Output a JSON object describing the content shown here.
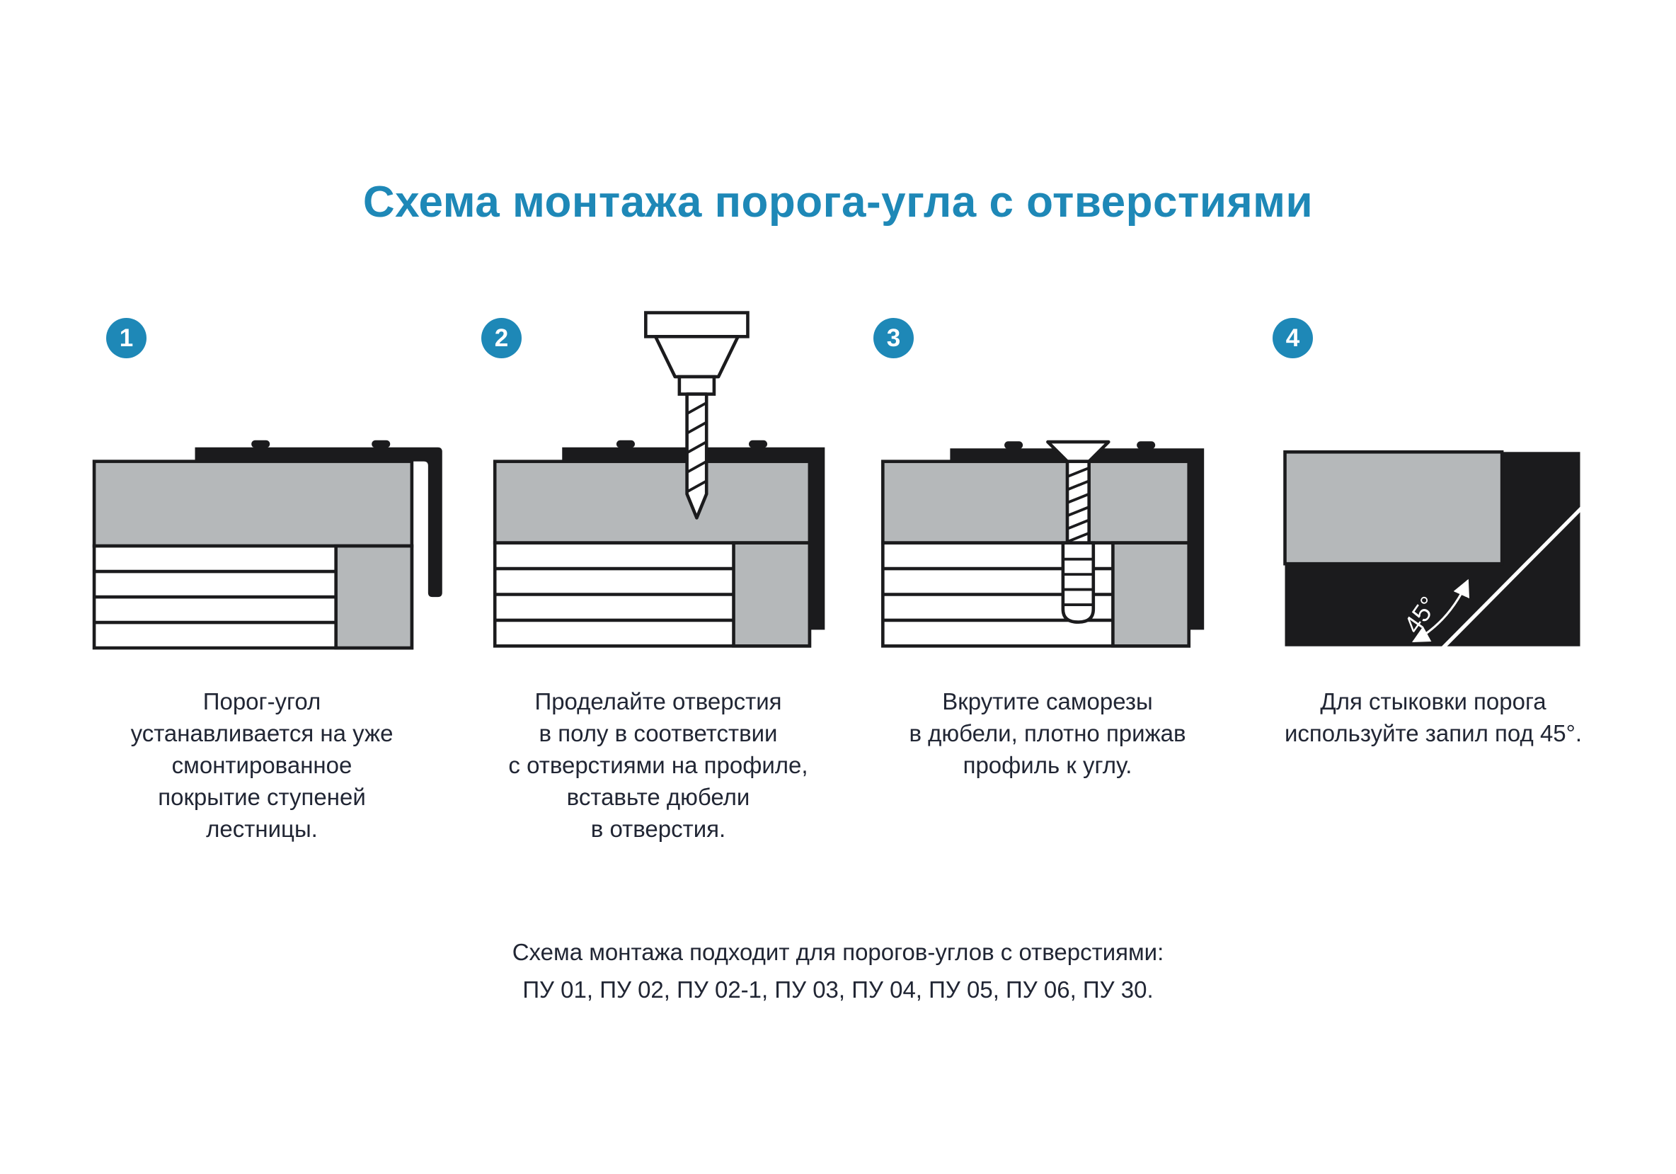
{
  "page": {
    "title": "Схема монтажа порога-угла с отверстиями",
    "accent_color": "#1e88b7",
    "text_color": "#212634",
    "profile_gray": "#b5b8ba",
    "profile_dark": "#1b1b1d",
    "background": "#ffffff"
  },
  "steps": [
    {
      "number": "1",
      "caption": "Порог-угол\nустанавливается на уже\nсмонтированное\nпокрытие ступеней\nлестницы."
    },
    {
      "number": "2",
      "caption": "Проделайте отверстия\nв полу в соответствии\nс отверстиями на профиле,\nвставьте дюбели\nв отверстия."
    },
    {
      "number": "3",
      "caption": "Вкрутите саморезы\nв дюбели, плотно прижав\nпрофиль к углу."
    },
    {
      "number": "4",
      "caption": "Для стыковки порога\nиспользуйте запил под 45°."
    }
  ],
  "step4_angle_label": "45°",
  "footer": {
    "line1": "Схема монтажа подходит для порогов-углов с отверстиями:",
    "line2": "ПУ 01, ПУ 02, ПУ 02-1, ПУ 03, ПУ 04, ПУ 05, ПУ 06, ПУ 30."
  }
}
